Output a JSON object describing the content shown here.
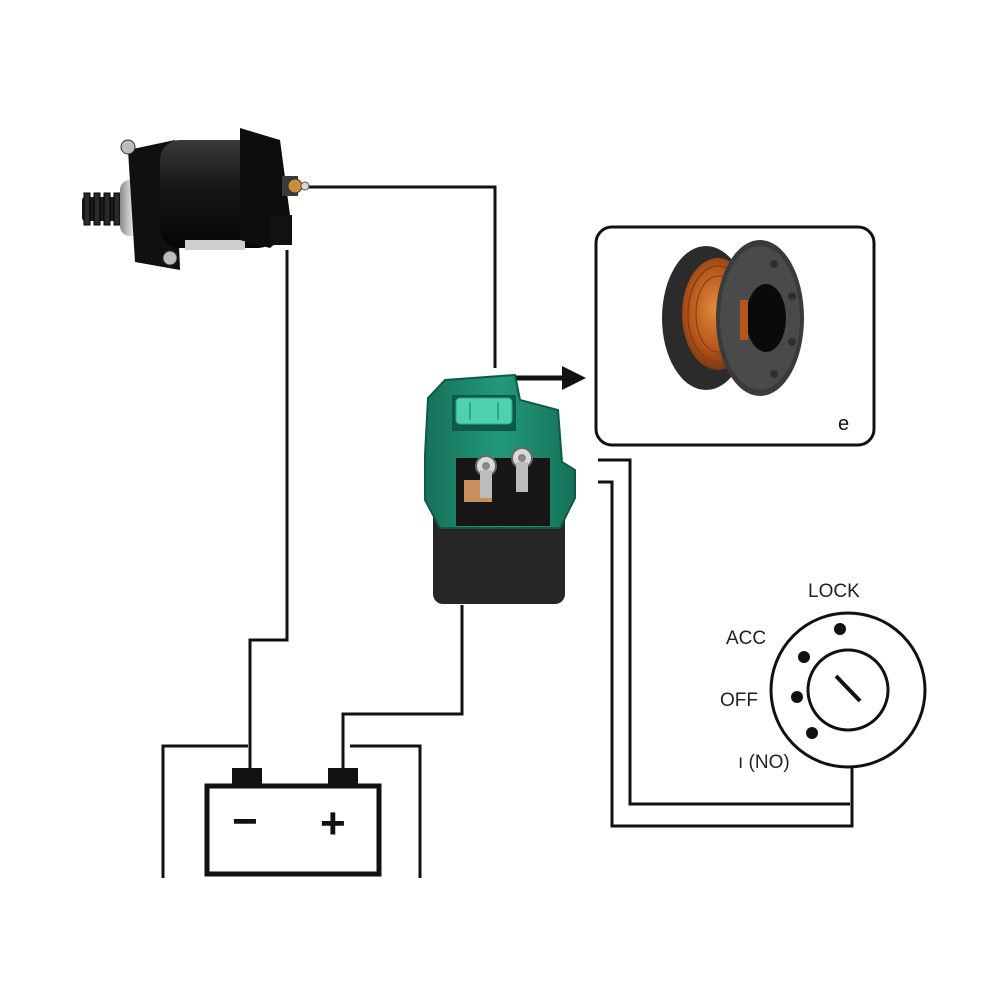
{
  "battery": {
    "minus_symbol": "−",
    "plus_symbol": "+"
  },
  "ignition_switch": {
    "positions": {
      "lock": "LOCK",
      "acc": "ACC",
      "off": "OFF",
      "on": "ı (NO)"
    }
  },
  "inset": {
    "caption": "e"
  },
  "colors": {
    "wire": "#111111",
    "relay_housing": "#1f8a6e",
    "relay_body": "#2a2a2a",
    "fuse": "#4fd1b0",
    "motor": "#1a1a1a",
    "coil_copper": "#b5561c",
    "spool": "#2b2b2b"
  },
  "icons": {
    "starter_motor": "starter-motor-icon",
    "relay": "starter-relay-icon",
    "coil": "copper-coil-icon",
    "battery": "battery-icon",
    "ignition": "ignition-switch-icon",
    "arrow": "arrow-right-icon"
  }
}
